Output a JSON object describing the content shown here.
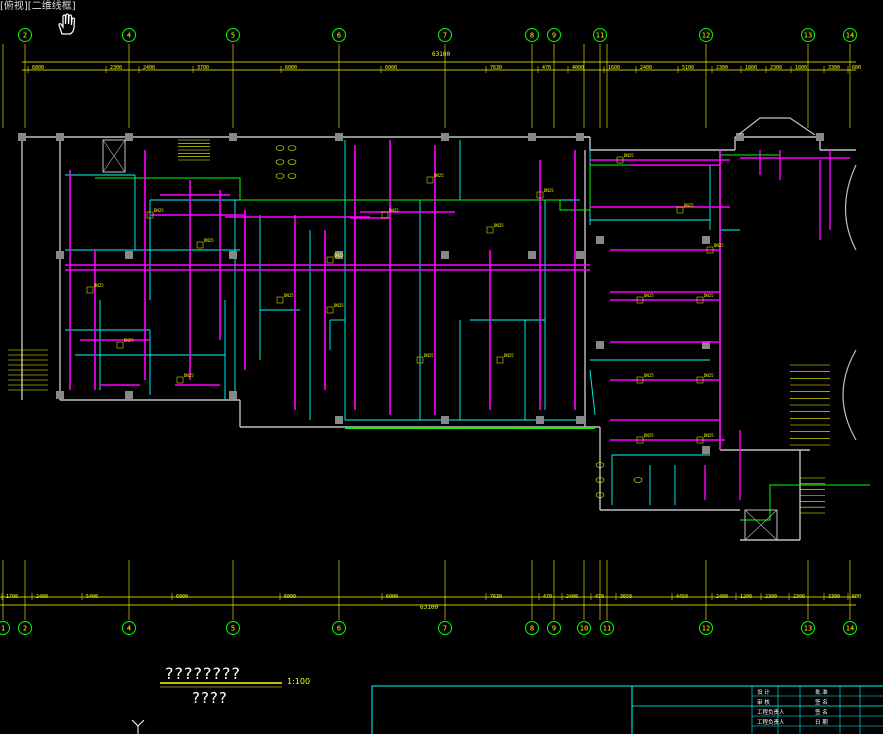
{
  "view_label": "[俯视][二维线框]",
  "drawing_title": "????????",
  "drawing_subtitle": "????",
  "scale_label": "1:100",
  "top_axes": [
    "2",
    "4",
    "5",
    "6",
    "7",
    "8",
    "9",
    "11",
    "12",
    "13",
    "14"
  ],
  "bottom_axes": [
    "1",
    "2",
    "4",
    "5",
    "6",
    "7",
    "8",
    "9",
    "10",
    "11",
    "12",
    "13",
    "14"
  ],
  "top_overall_dim": "63100",
  "top_dims": [
    "6800",
    "2300",
    "2400",
    "3700",
    "6000",
    "6000",
    "7630",
    "470",
    "4000",
    "1600",
    "2400",
    "5100",
    "2300",
    "1800",
    "2300",
    "1800",
    "3300",
    "600"
  ],
  "bottom_overall_dim": "63100",
  "bottom_dims": [
    "1700",
    "2400",
    "5400",
    "6000",
    "6000",
    "6000",
    "7630",
    "470",
    "2400",
    "470",
    "3650",
    "4450",
    "2400",
    "1200",
    "2300",
    "2300",
    "3300",
    "600"
  ],
  "title_block": {
    "rows": [
      "设 计",
      "审 核",
      "工程负责人",
      "工程负责人"
    ],
    "col2": [
      "批 准",
      "签 名",
      "签 名",
      "日 期"
    ]
  },
  "colors": {
    "background": "#000000",
    "axis_yellow": "#ffff00",
    "duct_magenta": "#ff00ff",
    "wall_cyan": "#00ffff",
    "pipe_green": "#00ff00",
    "wall_gray": "#c0c0c0",
    "bubble_green": "#00ff00"
  }
}
